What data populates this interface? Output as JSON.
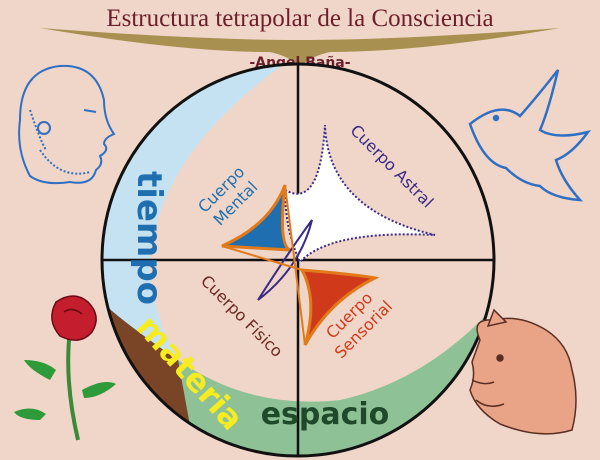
{
  "header": {
    "title": "Estructura  tetrapolar de la Consciencia",
    "author": "-Angel Baña-"
  },
  "regions": {
    "tiempo": "tiempo",
    "materia": "materia",
    "espacio": "espacio"
  },
  "bodies": {
    "mental": [
      "Cuerpo",
      "Mental"
    ],
    "astral": "Cuerpo  Astral",
    "fisico": "Cuerpo  Físico",
    "sensorial": [
      "Cuerpo",
      "Sensorial"
    ]
  },
  "colors": {
    "background": "#f0d6c8",
    "tiempo_band": "#c5e2f2",
    "materia_band": "#7a4426",
    "espacio_band": "#8fc197",
    "title_text": "#6b1f2c",
    "banner": "#a89050",
    "mental_text": "#1f6fb0",
    "astral_text": "#3a2a86",
    "fisico_text": "#6a2a22",
    "sensorial_text": "#d03a1a",
    "materia_text": "#f7ec20",
    "espacio_text": "#1f4a2a"
  },
  "icons": [
    "bearded-man-profile-icon",
    "dove-icon",
    "rose-icon",
    "puma-icon"
  ]
}
